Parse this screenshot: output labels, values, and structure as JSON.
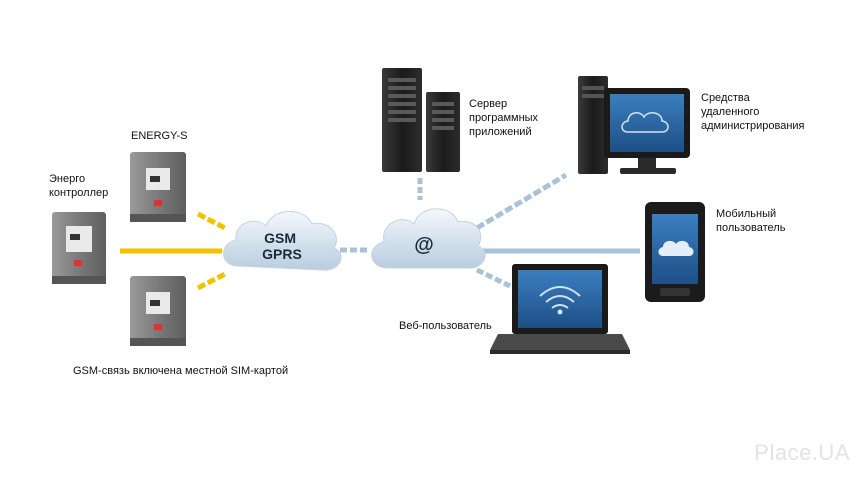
{
  "labels": {
    "energy_controller": "Энерго\nконтроллер",
    "energy_s": "ENERGY-S",
    "server": "Сервер\nпрограммных\nприложений",
    "remote_admin": "Средства\nудаленного\nадминистрирования",
    "mobile_user": "Мобильный\nпользователь",
    "web_user": "Веб-пользователь",
    "gsm_note": "GSM-связь включена местной SIM-картой"
  },
  "clouds": {
    "gsm": "GSM\nGPRS",
    "internet": "@"
  },
  "watermark": "Place.UA",
  "colors": {
    "gsm_link": "#f2c200",
    "net_link": "#a9c2d8",
    "cloud": "#d4e2ef",
    "device_gray": "#7b7b7b"
  }
}
